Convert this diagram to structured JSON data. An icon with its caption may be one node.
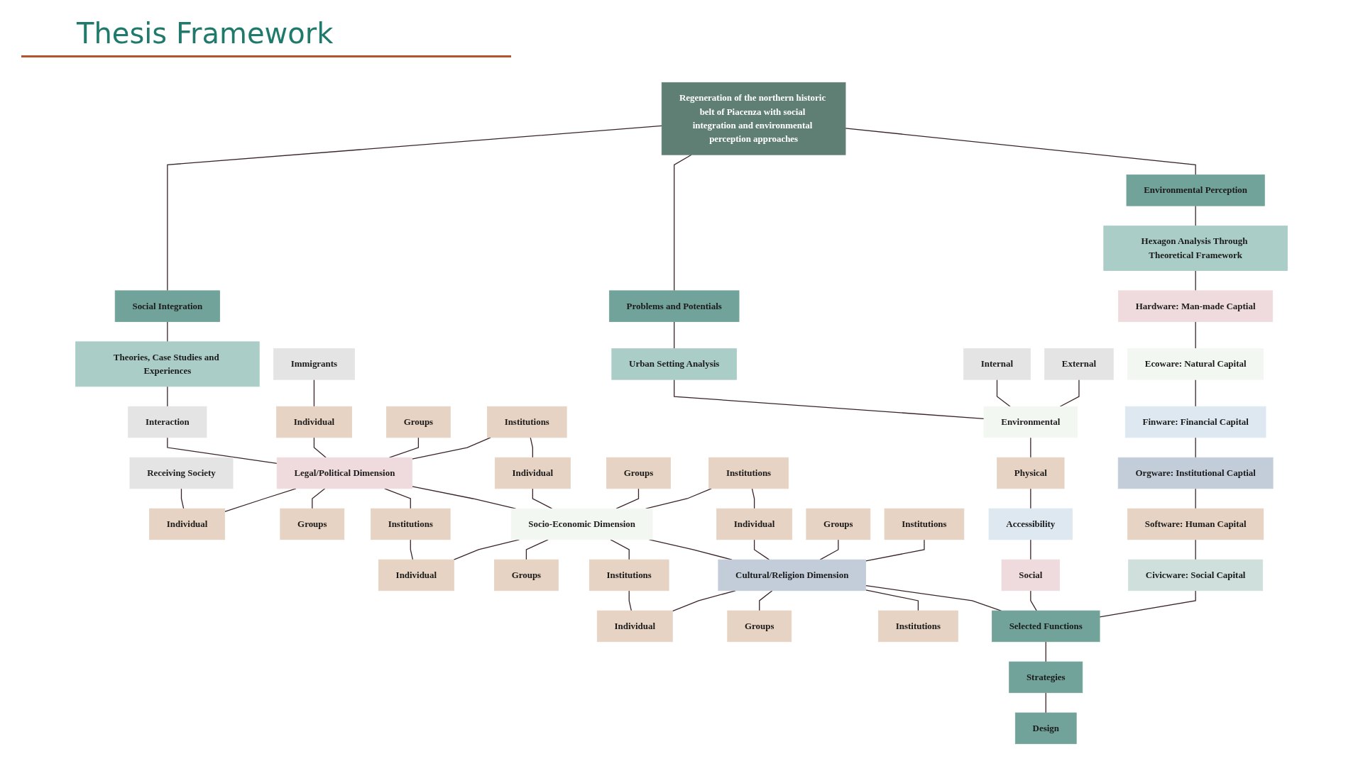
{
  "diagram": {
    "title": "Thesis Framework",
    "nodes": [
      {
        "text": [
          "Regeneration of the northern historic belt of Piacenza with social integration and environmental perception approaches"
        ]
      },
      {
        "text": [
          "Social Integration"
        ]
      },
      {
        "text": [
          "Problems and Potentials"
        ]
      },
      {
        "text": [
          "Environmental Perception"
        ]
      },
      {
        "text": [
          "Theories, Case Studies and Experiences"
        ]
      },
      {
        "text": [
          "Urban Setting Analysis"
        ]
      },
      {
        "text": [
          "Hexagon Analysis Through Theoretical Framework"
        ]
      },
      {
        "text": [
          "Immigrants"
        ]
      },
      {
        "text": [
          "Interaction"
        ]
      },
      {
        "text": [
          "Receiving Society"
        ]
      },
      {
        "text": [
          "Individual"
        ]
      },
      {
        "text": [
          "Groups"
        ]
      },
      {
        "text": [
          "Institutions"
        ]
      },
      {
        "text": [
          "Legal/Political Dimension"
        ]
      },
      {
        "text": [
          "Individual"
        ]
      },
      {
        "text": [
          "Groups"
        ]
      },
      {
        "text": [
          "Institutions"
        ]
      },
      {
        "text": [
          "Individual"
        ]
      },
      {
        "text": [
          "Groups"
        ]
      },
      {
        "text": [
          "Institutions"
        ]
      },
      {
        "text": [
          "Socio-Economic Dimension"
        ]
      },
      {
        "text": [
          "Individual"
        ]
      },
      {
        "text": [
          "Groups"
        ]
      },
      {
        "text": [
          "Institutions"
        ]
      },
      {
        "text": [
          "Individual"
        ]
      },
      {
        "text": [
          "Groups"
        ]
      },
      {
        "text": [
          "Institutions"
        ]
      },
      {
        "text": [
          "Cultural/Religion Dimension"
        ]
      },
      {
        "text": [
          "Individual"
        ]
      },
      {
        "text": [
          "Groups"
        ]
      },
      {
        "text": [
          "Institutions"
        ]
      },
      {
        "text": [
          "Internal"
        ]
      },
      {
        "text": [
          "External"
        ]
      },
      {
        "text": [
          "Environmental"
        ]
      },
      {
        "text": [
          "Physical"
        ]
      },
      {
        "text": [
          "Accessibility"
        ]
      },
      {
        "text": [
          "Social"
        ]
      },
      {
        "text": [
          "Hardware: Man-made Captial"
        ]
      },
      {
        "text": [
          "Ecoware: Natural Capital"
        ]
      },
      {
        "text": [
          "Finware: Financial Capital"
        ]
      },
      {
        "text": [
          "Orgware: Institutional Captial"
        ]
      },
      {
        "text": [
          "Software: Human Capital"
        ]
      },
      {
        "text": [
          "Civicware: Social Capital"
        ]
      },
      {
        "text": [
          "Selected Functions"
        ]
      },
      {
        "text": [
          "Strategies"
        ]
      },
      {
        "text": [
          "Design"
        ]
      }
    ],
    "edges": [
      {
        "from": 0,
        "to": 1,
        "arrow": "none"
      },
      {
        "from": 0,
        "to": 2,
        "arrow": "none"
      },
      {
        "from": 0,
        "to": 3,
        "arrow": "none"
      },
      {
        "from": 1,
        "to": 4,
        "arrow": "none"
      },
      {
        "from": 2,
        "to": 5,
        "arrow": "none"
      },
      {
        "from": 3,
        "to": 6,
        "arrow": "none"
      },
      {
        "from": 4,
        "to": 8,
        "arrow": "none"
      },
      {
        "from": 8,
        "to": 13,
        "arrow": "none"
      },
      {
        "from": 13,
        "to": 20,
        "arrow": "none"
      },
      {
        "from": 20,
        "to": 27,
        "arrow": "none"
      },
      {
        "from": 7,
        "to": 10,
        "arrow": "none"
      },
      {
        "from": 12,
        "to": 17,
        "arrow": "none"
      },
      {
        "from": 19,
        "to": 24,
        "arrow": "none"
      },
      {
        "from": 9,
        "to": 14,
        "arrow": "none"
      },
      {
        "from": 16,
        "to": 21,
        "arrow": "none"
      },
      {
        "from": 23,
        "to": 28,
        "arrow": "none"
      },
      {
        "from": 10,
        "to": 13,
        "arrow": "none"
      },
      {
        "from": 11,
        "to": 13,
        "arrow": "none"
      },
      {
        "from": 12,
        "to": 13,
        "arrow": "none"
      },
      {
        "from": 13,
        "to": 14,
        "arrow": "none"
      },
      {
        "from": 13,
        "to": 15,
        "arrow": "none"
      },
      {
        "from": 13,
        "to": 16,
        "arrow": "none"
      },
      {
        "from": 17,
        "to": 20,
        "arrow": "none"
      },
      {
        "from": 18,
        "to": 20,
        "arrow": "none"
      },
      {
        "from": 19,
        "to": 20,
        "arrow": "none"
      },
      {
        "from": 20,
        "to": 21,
        "arrow": "none"
      },
      {
        "from": 20,
        "to": 22,
        "arrow": "none"
      },
      {
        "from": 20,
        "to": 23,
        "arrow": "none"
      },
      {
        "from": 24,
        "to": 27,
        "arrow": "none"
      },
      {
        "from": 25,
        "to": 27,
        "arrow": "none"
      },
      {
        "from": 26,
        "to": 27,
        "arrow": "none"
      },
      {
        "from": 27,
        "to": 28,
        "arrow": "none"
      },
      {
        "from": 27,
        "to": 29,
        "arrow": "none"
      },
      {
        "from": 27,
        "to": 30,
        "arrow": "none"
      },
      {
        "from": 5,
        "to": 33,
        "arrow": "none"
      },
      {
        "from": 31,
        "to": 33,
        "arrow": "none"
      },
      {
        "from": 32,
        "to": 33,
        "arrow": "none"
      },
      {
        "from": 33,
        "to": 34,
        "arrow": "none"
      },
      {
        "from": 34,
        "to": 35,
        "arrow": "none"
      },
      {
        "from": 35,
        "to": 36,
        "arrow": "none"
      },
      {
        "from": 6,
        "to": 37,
        "arrow": "none"
      },
      {
        "from": 37,
        "to": 38,
        "arrow": "none"
      },
      {
        "from": 38,
        "to": 39,
        "arrow": "none"
      },
      {
        "from": 39,
        "to": 40,
        "arrow": "none"
      },
      {
        "from": 40,
        "to": 41,
        "arrow": "none"
      },
      {
        "from": 41,
        "to": 42,
        "arrow": "none"
      },
      {
        "from": 27,
        "to": 43,
        "arrow": "none"
      },
      {
        "from": 36,
        "to": 43,
        "arrow": "none"
      },
      {
        "from": 42,
        "to": 43,
        "arrow": "none"
      },
      {
        "from": 43,
        "to": 44,
        "arrow": "none"
      },
      {
        "from": 44,
        "to": 45,
        "arrow": "none"
      }
    ]
  }
}
